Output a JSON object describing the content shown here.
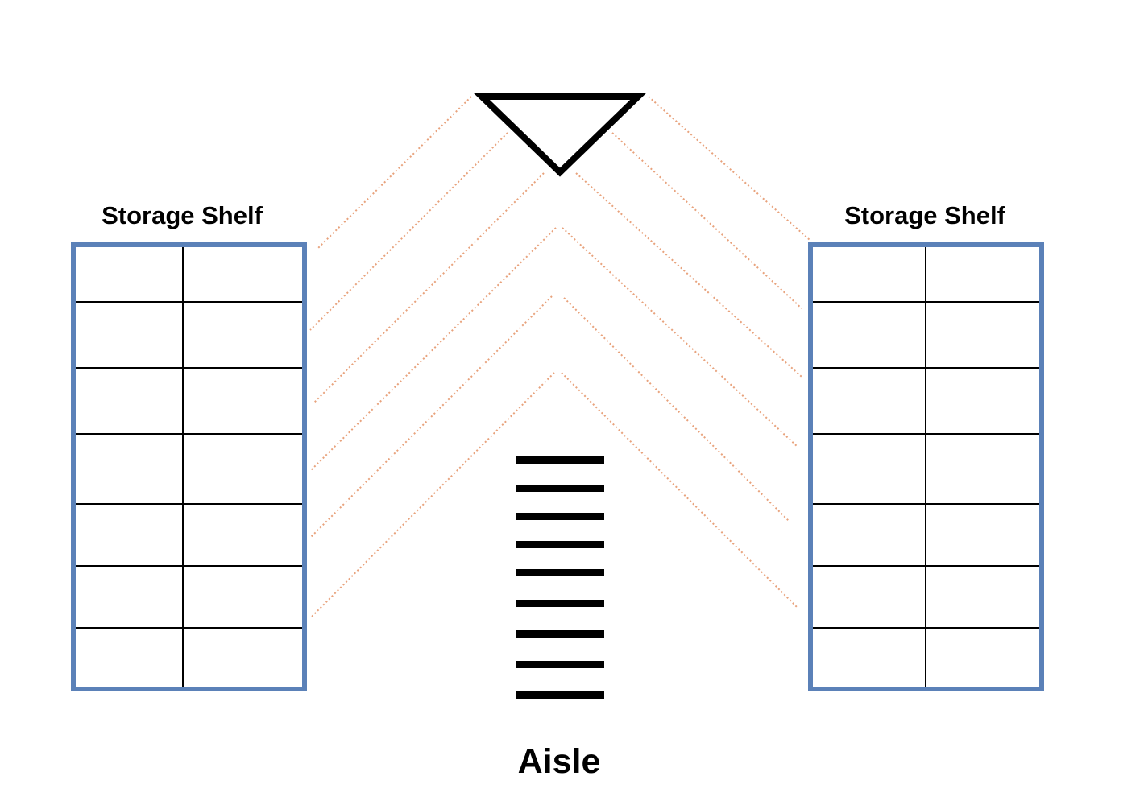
{
  "diagram": {
    "left_shelf": {
      "title": "Storage Shelf",
      "columns": 2,
      "rows": 7
    },
    "right_shelf": {
      "title": "Storage Shelf",
      "columns": 2,
      "rows": 7
    },
    "aisle": {
      "label": "Aisle",
      "marking_lines": 9
    },
    "colors": {
      "shelf_border": "#5b81b8",
      "grid_line": "#000000",
      "signal_line": "#e8a27c",
      "marking": "#000000"
    }
  }
}
